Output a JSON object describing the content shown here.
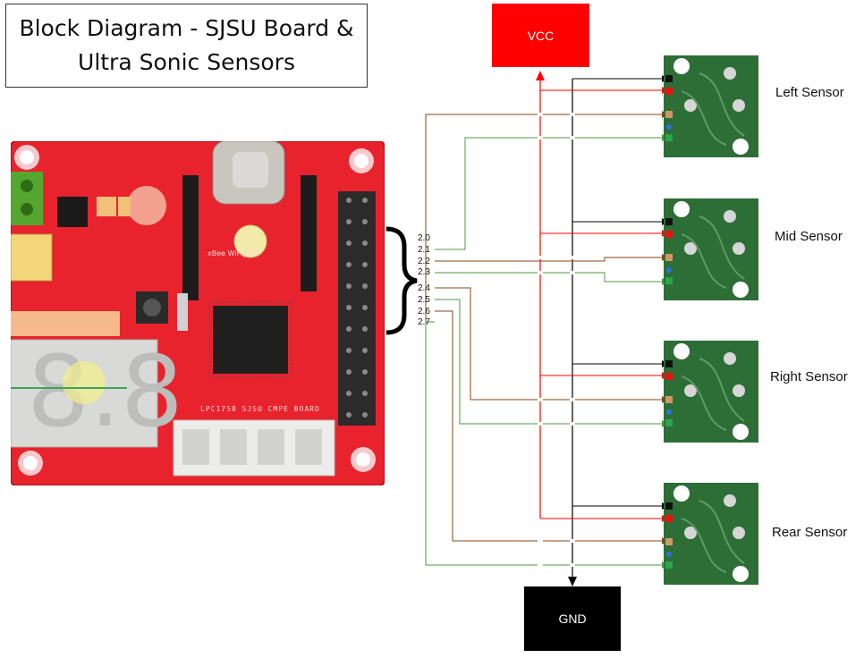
{
  "title": {
    "line1": "Block Diagram - SJSU Board &",
    "line2": "Ultra Sonic Sensors"
  },
  "board": {
    "silkscreen": "LPC1758 SJSU CMPE BOARD",
    "xbee_text": "xBee WiFly BT",
    "board_color": "#e8232e"
  },
  "power": {
    "vcc_label": "VCC",
    "gnd_label": "GND",
    "vcc_color": "#ff0000",
    "gnd_color": "#000000"
  },
  "pins": [
    "2.0",
    "2.1",
    "2.2",
    "2.3",
    "2.4",
    "2.5",
    "2.6",
    "2.7"
  ],
  "sensors": [
    {
      "label": "Left Sensor"
    },
    {
      "label": "Mid Sensor"
    },
    {
      "label": "Right Sensor"
    },
    {
      "label": "Rear Sensor"
    }
  ],
  "wire_colors": {
    "power": "#ff0000",
    "ground": "#000000",
    "trigger": "#8b4513",
    "echo": "#4f9a3c"
  }
}
